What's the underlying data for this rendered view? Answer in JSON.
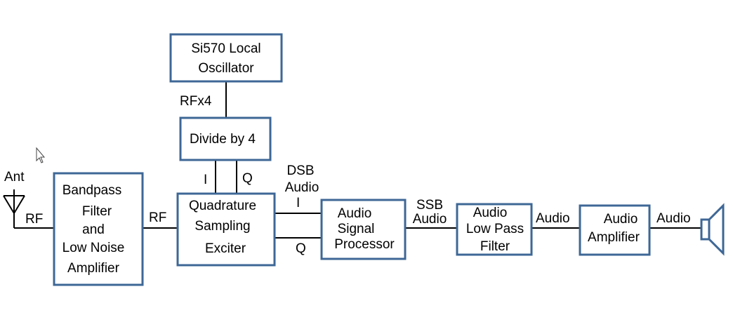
{
  "blocks": {
    "oscillator": [
      "Si570 Local",
      "Oscillator"
    ],
    "divider": [
      "Divide by 4"
    ],
    "bandpass": [
      "Bandpass",
      "Filter",
      "and",
      "Low Noise",
      "Amplifier"
    ],
    "exciter": [
      "Quadrature",
      "Sampling",
      "Exciter"
    ],
    "audio_processor": [
      "Audio",
      "Signal",
      "Processor"
    ],
    "low_pass": [
      "Audio",
      "Low Pass",
      "Filter"
    ],
    "audio_amp": [
      "Audio",
      "Amplifier"
    ]
  },
  "signals": {
    "rfx4": "RFx4",
    "ant": "Ant",
    "rf_ant": "RF",
    "rf_mid": "RF",
    "i_top": "I",
    "q_top": "Q",
    "dsb": [
      "DSB",
      "Audio"
    ],
    "i_out": "I",
    "q_out": "Q",
    "ssb": [
      "SSB",
      "Audio"
    ],
    "audio_1": "Audio",
    "audio_2": "Audio"
  },
  "colors": {
    "box_stroke": "#3e6796",
    "wire": "#000000"
  }
}
